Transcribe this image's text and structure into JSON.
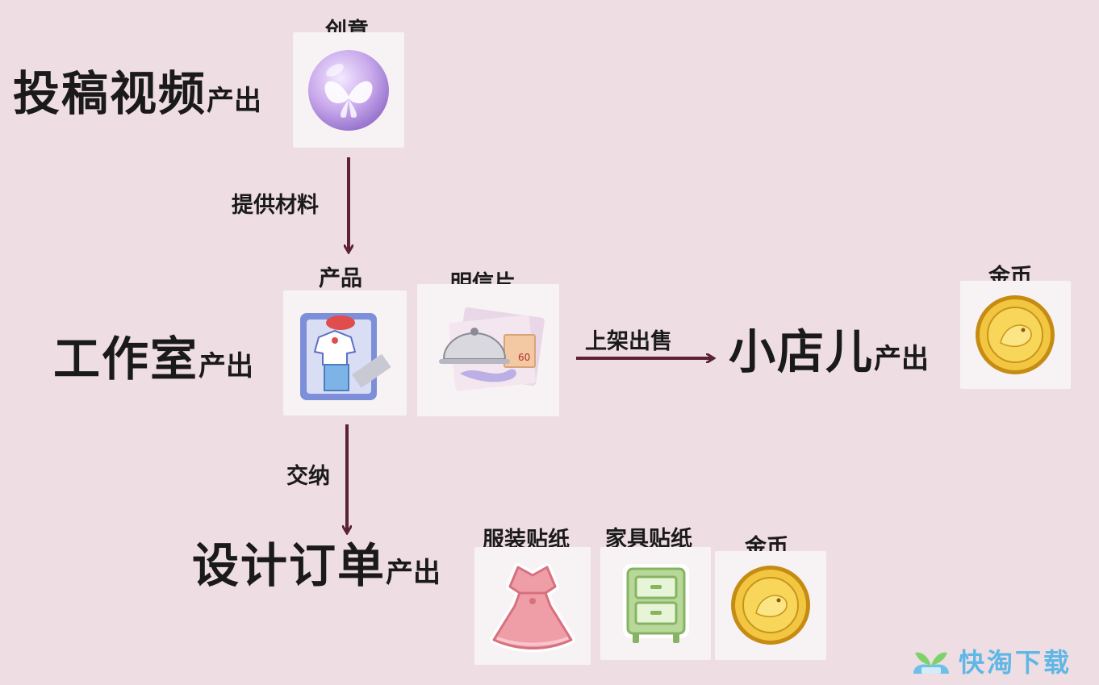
{
  "sections": {
    "video": {
      "title": "投稿视频",
      "suffix": "产出"
    },
    "studio": {
      "title": "工作室",
      "suffix": "产出"
    },
    "shop": {
      "title": "小店儿",
      "suffix": "产出"
    },
    "order": {
      "title": "设计订单",
      "suffix": "产出"
    }
  },
  "items": {
    "idea": "创意",
    "product": "产品",
    "postcard": "明信片",
    "coin_shop": "金币",
    "clothes_sticker": "服装贴纸",
    "furniture_sticker": "家具贴纸",
    "coin_order": "金币"
  },
  "arrows": {
    "provide": "提供材料",
    "sell": "上架出售",
    "submit": "交纳"
  },
  "watermark": {
    "text": "快淘下载"
  },
  "colors": {
    "background": "#efdde4",
    "arrow": "#5a2233",
    "watermark": "#5fb7e6"
  }
}
